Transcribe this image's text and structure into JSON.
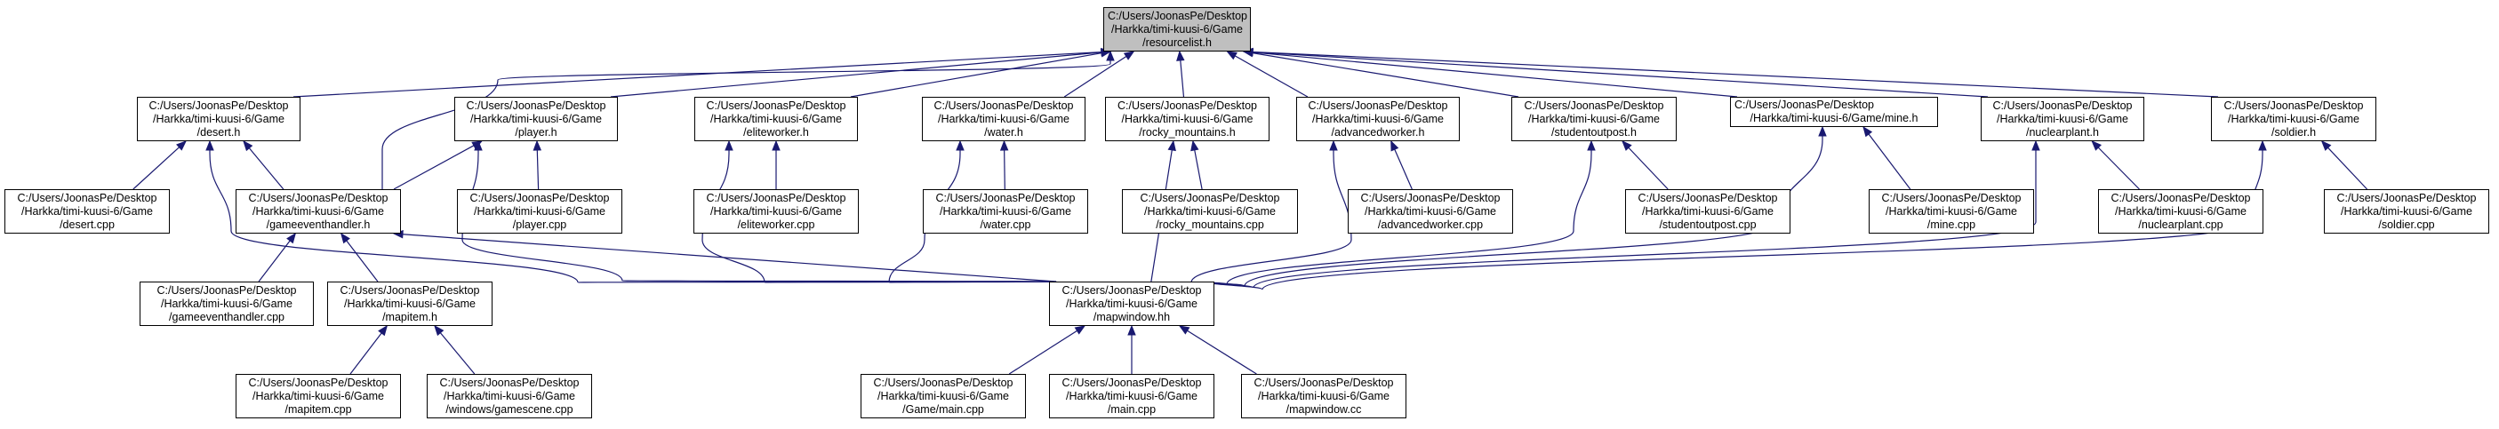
{
  "graph": {
    "edge_color": "#191970",
    "root_fill": "#bfbfbf",
    "node_fill": "#ffffff",
    "nodes": [
      {
        "id": "resourcelist_h",
        "lines": [
          "C:/Users/JoonasPe/Desktop",
          "/Harkka/timi-kuusi-6/Game",
          "/resourcelist.h"
        ],
        "root": true
      },
      {
        "id": "desert_h",
        "lines": [
          "C:/Users/JoonasPe/Desktop",
          "/Harkka/timi-kuusi-6/Game",
          "/desert.h"
        ]
      },
      {
        "id": "player_h",
        "lines": [
          "C:/Users/JoonasPe/Desktop",
          "/Harkka/timi-kuusi-6/Game",
          "/player.h"
        ]
      },
      {
        "id": "eliteworker_h",
        "lines": [
          "C:/Users/JoonasPe/Desktop",
          "/Harkka/timi-kuusi-6/Game",
          "/eliteworker.h"
        ]
      },
      {
        "id": "water_h",
        "lines": [
          "C:/Users/JoonasPe/Desktop",
          "/Harkka/timi-kuusi-6/Game",
          "/water.h"
        ]
      },
      {
        "id": "rocky_mountains_h",
        "lines": [
          "C:/Users/JoonasPe/Desktop",
          "/Harkka/timi-kuusi-6/Game",
          "/rocky_mountains.h"
        ]
      },
      {
        "id": "advancedworker_h",
        "lines": [
          "C:/Users/JoonasPe/Desktop",
          "/Harkka/timi-kuusi-6/Game",
          "/advancedworker.h"
        ]
      },
      {
        "id": "studentoutpost_h",
        "lines": [
          "C:/Users/JoonasPe/Desktop",
          "/Harkka/timi-kuusi-6/Game",
          "/studentoutpost.h"
        ]
      },
      {
        "id": "mine_h",
        "lines": [
          "C:/Users/JoonasPe/Desktop",
          "/Harkka/timi-kuusi-6/Game/mine.h"
        ],
        "align": "left"
      },
      {
        "id": "nuclearplant_h",
        "lines": [
          "C:/Users/JoonasPe/Desktop",
          "/Harkka/timi-kuusi-6/Game",
          "/nuclearplant.h"
        ]
      },
      {
        "id": "soldier_h",
        "lines": [
          "C:/Users/JoonasPe/Desktop",
          "/Harkka/timi-kuusi-6/Game",
          "/soldier.h"
        ]
      },
      {
        "id": "desert_cpp",
        "lines": [
          "C:/Users/JoonasPe/Desktop",
          "/Harkka/timi-kuusi-6/Game",
          "/desert.cpp"
        ]
      },
      {
        "id": "gameeventhandler_h",
        "lines": [
          "C:/Users/JoonasPe/Desktop",
          "/Harkka/timi-kuusi-6/Game",
          "/gameeventhandler.h"
        ]
      },
      {
        "id": "player_cpp",
        "lines": [
          "C:/Users/JoonasPe/Desktop",
          "/Harkka/timi-kuusi-6/Game",
          "/player.cpp"
        ]
      },
      {
        "id": "eliteworker_cpp",
        "lines": [
          "C:/Users/JoonasPe/Desktop",
          "/Harkka/timi-kuusi-6/Game",
          "/eliteworker.cpp"
        ]
      },
      {
        "id": "water_cpp",
        "lines": [
          "C:/Users/JoonasPe/Desktop",
          "/Harkka/timi-kuusi-6/Game",
          "/water.cpp"
        ]
      },
      {
        "id": "rocky_mountains_cpp",
        "lines": [
          "C:/Users/JoonasPe/Desktop",
          "/Harkka/timi-kuusi-6/Game",
          "/rocky_mountains.cpp"
        ]
      },
      {
        "id": "advancedworker_cpp",
        "lines": [
          "C:/Users/JoonasPe/Desktop",
          "/Harkka/timi-kuusi-6/Game",
          "/advancedworker.cpp"
        ]
      },
      {
        "id": "studentoutpost_cpp",
        "lines": [
          "C:/Users/JoonasPe/Desktop",
          "/Harkka/timi-kuusi-6/Game",
          "/studentoutpost.cpp"
        ]
      },
      {
        "id": "mine_cpp",
        "lines": [
          "C:/Users/JoonasPe/Desktop",
          "/Harkka/timi-kuusi-6/Game",
          "/mine.cpp"
        ]
      },
      {
        "id": "nuclearplant_cpp",
        "lines": [
          "C:/Users/JoonasPe/Desktop",
          "/Harkka/timi-kuusi-6/Game",
          "/nuclearplant.cpp"
        ]
      },
      {
        "id": "soldier_cpp",
        "lines": [
          "C:/Users/JoonasPe/Desktop",
          "/Harkka/timi-kuusi-6/Game",
          "/soldier.cpp"
        ]
      },
      {
        "id": "gameeventhandler_cpp",
        "lines": [
          "C:/Users/JoonasPe/Desktop",
          "/Harkka/timi-kuusi-6/Game",
          "/gameeventhandler.cpp"
        ]
      },
      {
        "id": "mapitem_h",
        "lines": [
          "C:/Users/JoonasPe/Desktop",
          "/Harkka/timi-kuusi-6/Game",
          "/mapitem.h"
        ]
      },
      {
        "id": "mapwindow_hh",
        "lines": [
          "C:/Users/JoonasPe/Desktop",
          "/Harkka/timi-kuusi-6/Game",
          "/mapwindow.hh"
        ]
      },
      {
        "id": "mapitem_cpp",
        "lines": [
          "C:/Users/JoonasPe/Desktop",
          "/Harkka/timi-kuusi-6/Game",
          "/mapitem.cpp"
        ]
      },
      {
        "id": "gamescene_cpp",
        "lines": [
          "C:/Users/JoonasPe/Desktop",
          "/Harkka/timi-kuusi-6/Game",
          "/windows/gamescene.cpp"
        ]
      },
      {
        "id": "game_main_cpp",
        "lines": [
          "C:/Users/JoonasPe/Desktop",
          "/Harkka/timi-kuusi-6/Game",
          "/Game/main.cpp"
        ]
      },
      {
        "id": "main_cpp",
        "lines": [
          "C:/Users/JoonasPe/Desktop",
          "/Harkka/timi-kuusi-6/Game",
          "/main.cpp"
        ]
      },
      {
        "id": "mapwindow_cc",
        "lines": [
          "C:/Users/JoonasPe/Desktop",
          "/Harkka/timi-kuusi-6/Game",
          "/mapwindow.cc"
        ]
      }
    ],
    "edges": [
      {
        "from": "desert_h",
        "to": "resourcelist_h"
      },
      {
        "from": "gameeventhandler_h",
        "to": "resourcelist_h"
      },
      {
        "from": "player_h",
        "to": "resourcelist_h"
      },
      {
        "from": "eliteworker_h",
        "to": "resourcelist_h"
      },
      {
        "from": "water_h",
        "to": "resourcelist_h"
      },
      {
        "from": "rocky_mountains_h",
        "to": "resourcelist_h"
      },
      {
        "from": "advancedworker_h",
        "to": "resourcelist_h"
      },
      {
        "from": "studentoutpost_h",
        "to": "resourcelist_h"
      },
      {
        "from": "mine_h",
        "to": "resourcelist_h"
      },
      {
        "from": "nuclearplant_h",
        "to": "resourcelist_h"
      },
      {
        "from": "soldier_h",
        "to": "resourcelist_h"
      },
      {
        "from": "desert_cpp",
        "to": "desert_h"
      },
      {
        "from": "gameeventhandler_h",
        "to": "desert_h"
      },
      {
        "from": "mapwindow_hh",
        "to": "desert_h"
      },
      {
        "from": "gameeventhandler_h",
        "to": "player_h"
      },
      {
        "from": "player_cpp",
        "to": "player_h"
      },
      {
        "from": "mapwindow_hh",
        "to": "player_h"
      },
      {
        "from": "mapwindow_hh",
        "to": "eliteworker_h"
      },
      {
        "from": "eliteworker_cpp",
        "to": "eliteworker_h"
      },
      {
        "from": "mapwindow_hh",
        "to": "water_h"
      },
      {
        "from": "water_cpp",
        "to": "water_h"
      },
      {
        "from": "mapwindow_hh",
        "to": "rocky_mountains_h"
      },
      {
        "from": "rocky_mountains_cpp",
        "to": "rocky_mountains_h"
      },
      {
        "from": "mapwindow_hh",
        "to": "advancedworker_h"
      },
      {
        "from": "advancedworker_cpp",
        "to": "advancedworker_h"
      },
      {
        "from": "mapwindow_hh",
        "to": "studentoutpost_h"
      },
      {
        "from": "studentoutpost_cpp",
        "to": "studentoutpost_h"
      },
      {
        "from": "mapwindow_hh",
        "to": "mine_h"
      },
      {
        "from": "mine_cpp",
        "to": "mine_h"
      },
      {
        "from": "mapwindow_hh",
        "to": "nuclearplant_h"
      },
      {
        "from": "nuclearplant_cpp",
        "to": "nuclearplant_h"
      },
      {
        "from": "mapwindow_hh",
        "to": "soldier_h"
      },
      {
        "from": "soldier_cpp",
        "to": "soldier_h"
      },
      {
        "from": "gameeventhandler_cpp",
        "to": "gameeventhandler_h"
      },
      {
        "from": "mapitem_h",
        "to": "gameeventhandler_h"
      },
      {
        "from": "mapwindow_hh",
        "to": "gameeventhandler_h"
      },
      {
        "from": "mapitem_cpp",
        "to": "mapitem_h"
      },
      {
        "from": "gamescene_cpp",
        "to": "mapitem_h"
      },
      {
        "from": "game_main_cpp",
        "to": "mapwindow_hh"
      },
      {
        "from": "main_cpp",
        "to": "mapwindow_hh"
      },
      {
        "from": "mapwindow_cc",
        "to": "mapwindow_hh"
      }
    ]
  }
}
